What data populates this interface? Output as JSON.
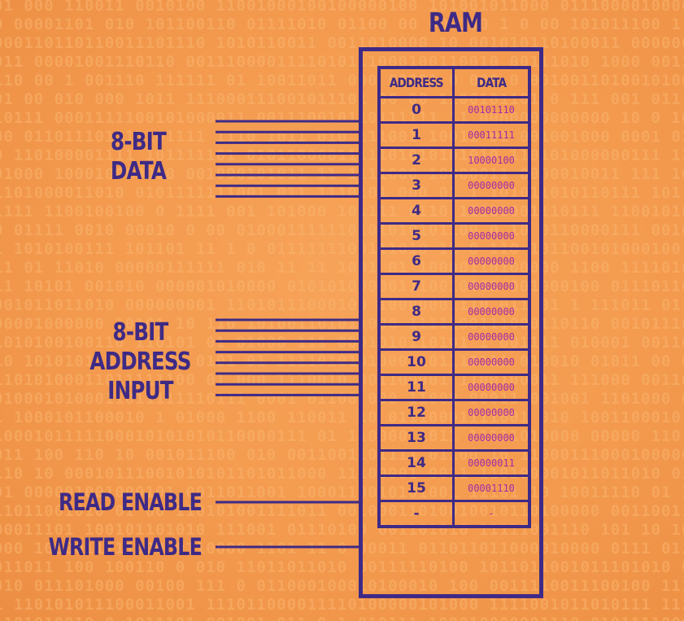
{
  "title": "RAM",
  "labels": {
    "data_line1": "8-BIT",
    "data_line2": "DATA",
    "addr_line1": "8-BIT",
    "addr_line2": "ADDRESS",
    "addr_line3": "INPUT",
    "read_enable": "READ ENABLE",
    "write_enable": "WRITE ENABLE"
  },
  "table": {
    "headers": [
      "ADDRESS",
      "DATA"
    ],
    "rows": [
      {
        "address": "0",
        "data": "00101110"
      },
      {
        "address": "1",
        "data": "00011111"
      },
      {
        "address": "2",
        "data": "10000100"
      },
      {
        "address": "3",
        "data": "00000000"
      },
      {
        "address": "4",
        "data": "00000000"
      },
      {
        "address": "5",
        "data": "00000000"
      },
      {
        "address": "6",
        "data": "00000000"
      },
      {
        "address": "7",
        "data": "00000000"
      },
      {
        "address": "8",
        "data": "00000000"
      },
      {
        "address": "9",
        "data": "00000000"
      },
      {
        "address": "10",
        "data": "00000000"
      },
      {
        "address": "11",
        "data": "00000000"
      },
      {
        "address": "12",
        "data": "00000000"
      },
      {
        "address": "13",
        "data": "00000000"
      },
      {
        "address": "14",
        "data": "00000011"
      },
      {
        "address": "15",
        "data": "00001110"
      },
      {
        "address": "-",
        "data": "-"
      }
    ]
  },
  "colors": {
    "background": "#f39a4e",
    "ink": "#3e2a86",
    "data_text": "#a52aa8",
    "binary_pattern": "#fbb46e"
  }
}
